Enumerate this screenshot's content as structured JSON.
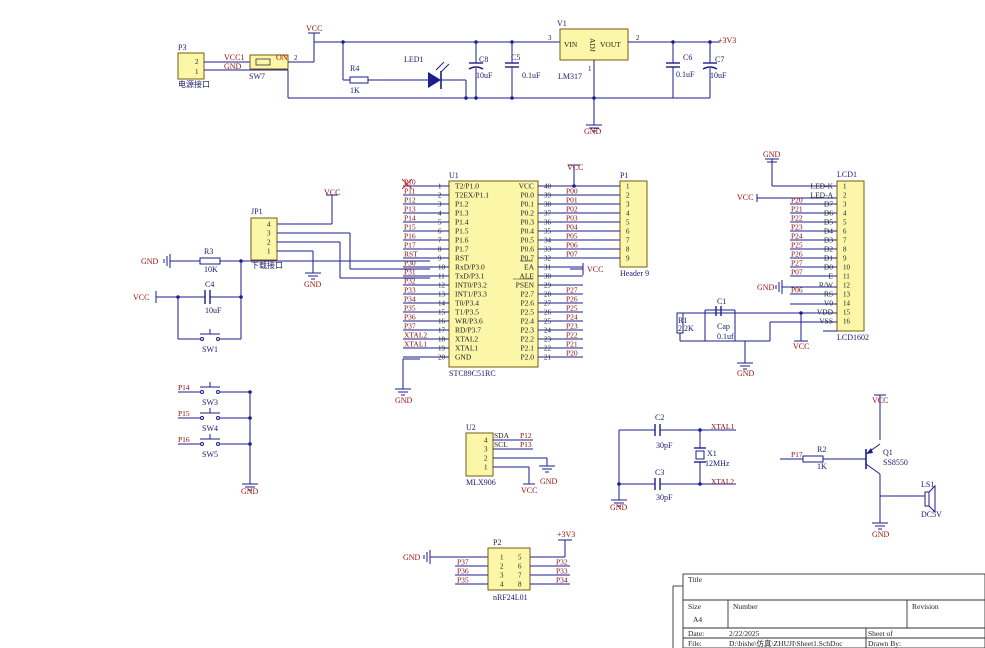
{
  "power": {
    "p3": {
      "ref": "P3",
      "net1": "VCC1",
      "net2": "GND",
      "pins": [
        "2",
        "1"
      ],
      "caption": "电源接口"
    },
    "sw7": {
      "ref": "SW7",
      "on": "ON",
      "pin": "2"
    },
    "vcc_top": "VCC",
    "r4": {
      "ref": "R4",
      "val": "1K"
    },
    "led1": "LED1",
    "c8": {
      "ref": "C8",
      "val": "10uF"
    },
    "c5": {
      "ref": "C5",
      "val": "0.1uF"
    },
    "v1": {
      "ref": "V1",
      "vin": "VIN",
      "adj": "ADJ",
      "vout": "VOUT",
      "part": "LM317",
      "pin_in": "3",
      "pin_out": "2",
      "pin_adj": "1"
    },
    "out_pin": "2",
    "c6": {
      "ref": "C6",
      "val": "0.1uF"
    },
    "c7": {
      "ref": "C7",
      "val": "10uF"
    },
    "v3": "+3V3",
    "gnd": "GND"
  },
  "mcu": {
    "ref": "U1",
    "part": "STC89C51RC",
    "vcc": "VCC",
    "gnd": "GND",
    "left": [
      {
        "net": "P10",
        "num": "1",
        "name": "T2/P1.0"
      },
      {
        "net": "P11",
        "num": "2",
        "name": "T2EX/P1.1"
      },
      {
        "net": "P12",
        "num": "3",
        "name": "P1.2"
      },
      {
        "net": "P13",
        "num": "4",
        "name": "P1.3"
      },
      {
        "net": "P14",
        "num": "5",
        "name": "P1.4"
      },
      {
        "net": "P15",
        "num": "6",
        "name": "P1.5"
      },
      {
        "net": "P16",
        "num": "7",
        "name": "P1.6"
      },
      {
        "net": "P17",
        "num": "8",
        "name": "P1.7"
      },
      {
        "net": "RST",
        "num": "9",
        "name": "RST"
      },
      {
        "net": "P30",
        "num": "10",
        "name": "RxD/P3.0"
      },
      {
        "net": "P31",
        "num": "11",
        "name": "TxD/P3.1"
      },
      {
        "net": "P32",
        "num": "12",
        "name": "INT0/P3.2"
      },
      {
        "net": "P33",
        "num": "13",
        "name": "INT1/P3.3"
      },
      {
        "net": "P34",
        "num": "14",
        "name": "T0/P3.4"
      },
      {
        "net": "P35",
        "num": "15",
        "name": "T1/P3.5"
      },
      {
        "net": "P36",
        "num": "16",
        "name": "WR/P3.6"
      },
      {
        "net": "P37",
        "num": "17",
        "name": "RD/P3.7"
      },
      {
        "net": "XTAL2",
        "num": "18",
        "name": "XTAL2"
      },
      {
        "net": "XTAL1",
        "num": "19",
        "name": "XTAL1"
      },
      {
        "net": "",
        "num": "20",
        "name": "GND"
      }
    ],
    "right": [
      {
        "name": "VCC",
        "num": "40",
        "net": ""
      },
      {
        "name": "P0.0",
        "num": "39",
        "net": "P00"
      },
      {
        "name": "P0.1",
        "num": "38",
        "net": "P01"
      },
      {
        "name": "P0.2",
        "num": "37",
        "net": "P02"
      },
      {
        "name": "P0.3",
        "num": "36",
        "net": "P03"
      },
      {
        "name": "P0.4",
        "num": "35",
        "net": "P04"
      },
      {
        "name": "P0.5",
        "num": "34",
        "net": "P05"
      },
      {
        "name": "P0.6",
        "num": "33",
        "net": "P06"
      },
      {
        "name": "P0.7",
        "num": "32",
        "net": "P07"
      },
      {
        "name": "EA",
        "num": "31",
        "net": ""
      },
      {
        "name": "ALE",
        "num": "30",
        "net": ""
      },
      {
        "name": "PSEN",
        "num": "29",
        "net": ""
      },
      {
        "name": "P2.7",
        "num": "28",
        "net": "P27"
      },
      {
        "name": "P2.6",
        "num": "27",
        "net": "P26"
      },
      {
        "name": "P2.5",
        "num": "26",
        "net": "P25"
      },
      {
        "name": "P2.4",
        "num": "25",
        "net": "P24"
      },
      {
        "name": "P2.3",
        "num": "24",
        "net": "P23"
      },
      {
        "name": "P2.2",
        "num": "23",
        "net": "P22"
      },
      {
        "name": "P2.1",
        "num": "22",
        "net": "P21"
      },
      {
        "name": "P2.0",
        "num": "21",
        "net": "P20"
      }
    ],
    "ea_vcc": "VCC"
  },
  "header9": {
    "ref": "P1",
    "part": "Header 9",
    "pins": [
      "1",
      "2",
      "3",
      "4",
      "5",
      "6",
      "7",
      "8",
      "9"
    ],
    "vcc": "VCC"
  },
  "jp1": {
    "ref": "JP1",
    "pins": [
      "4",
      "3",
      "2",
      "1"
    ],
    "caption": "下载接口",
    "vcc": "VCC",
    "gnd": "GND"
  },
  "reset": {
    "gnd": "GND",
    "r3": {
      "ref": "R3",
      "val": "10K"
    },
    "vcc": "VCC",
    "c4": {
      "ref": "C4",
      "val": "10uF"
    },
    "sw1": "SW1"
  },
  "lcd": {
    "ref": "LCD1",
    "part": "LCD1602",
    "gnd": "GND",
    "vcc": "VCC",
    "pins": [
      {
        "num": "1",
        "name": "LED-K",
        "net": ""
      },
      {
        "num": "2",
        "name": "LED-A",
        "net": ""
      },
      {
        "num": "3",
        "name": "D7",
        "net": "P20"
      },
      {
        "num": "4",
        "name": "D6",
        "net": "P21"
      },
      {
        "num": "5",
        "name": "D5",
        "net": "P22"
      },
      {
        "num": "6",
        "name": "D4",
        "net": "P23"
      },
      {
        "num": "7",
        "name": "D3",
        "net": "P24"
      },
      {
        "num": "8",
        "name": "D2",
        "net": "P25"
      },
      {
        "num": "9",
        "name": "D1",
        "net": "P26"
      },
      {
        "num": "10",
        "name": "D0",
        "net": "P27"
      },
      {
        "num": "11",
        "name": "E",
        "net": "P07"
      },
      {
        "num": "12",
        "name": "R/W",
        "net": ""
      },
      {
        "num": "13",
        "name": "RS",
        "net": "P06"
      },
      {
        "num": "14",
        "name": "V0",
        "net": ""
      },
      {
        "num": "15",
        "name": "VDD",
        "net": ""
      },
      {
        "num": "16",
        "name": "VSS",
        "net": ""
      }
    ],
    "r1": {
      "ref": "R1",
      "val": "2.2K"
    },
    "c1": {
      "ref": "C1",
      "part": "Cap",
      "val": "0.1uf"
    },
    "vcc2": "VCC",
    "gnd2": "GND"
  },
  "keys": [
    {
      "net": "P14",
      "ref": "SW3"
    },
    {
      "net": "P15",
      "ref": "SW4"
    },
    {
      "net": "P16",
      "ref": "SW5"
    }
  ],
  "keys_gnd": "GND",
  "sensor": {
    "ref": "U2",
    "part": "MLX906",
    "pins": [
      "4",
      "3",
      "2",
      "1"
    ],
    "sda": "SDA",
    "scl": "SCL",
    "n1": "P12",
    "n2": "P13",
    "gnd": "GND",
    "vcc": "VCC"
  },
  "crystal": {
    "c2": {
      "ref": "C2",
      "val": "30pF"
    },
    "c3": {
      "ref": "C3",
      "val": "30pF"
    },
    "x1": {
      "ref": "X1",
      "val": "12MHz"
    },
    "xtal1": "XTAL1",
    "xtal2": "XTAL2",
    "gnd": "GND"
  },
  "buzzer": {
    "vcc": "VCC",
    "net": "P17",
    "r2": {
      "ref": "R2",
      "val": "1K"
    },
    "q1": {
      "ref": "Q1",
      "part": "SS8550"
    },
    "ls1": {
      "ref": "LS1",
      "val": "DC5V"
    },
    "gnd": "GND"
  },
  "nrf": {
    "ref": "P2",
    "part": "nRF24L01",
    "gnd": "GND",
    "v3": "+3V3",
    "rows": [
      {
        "ln": "",
        "lp": "1",
        "rp": "5",
        "rn": ""
      },
      {
        "ln": "P37",
        "lp": "2",
        "rp": "6",
        "rn": "P32"
      },
      {
        "ln": "P36",
        "lp": "3",
        "rp": "7",
        "rn": "P33"
      },
      {
        "ln": "P35",
        "lp": "4",
        "rp": "8",
        "rn": "P34"
      }
    ]
  },
  "title_block": {
    "title": "Title",
    "size": "Size",
    "size_val": "A4",
    "number": "Number",
    "revision": "Revision",
    "date": "Date:",
    "date_val": "2/22/2025",
    "sheet": "Sheet   of",
    "file": "File:",
    "file_val": "D:\\bishe\\仿真\\ZHUJI\\Sheet1.SchDoc",
    "drawn": "Drawn By:"
  }
}
